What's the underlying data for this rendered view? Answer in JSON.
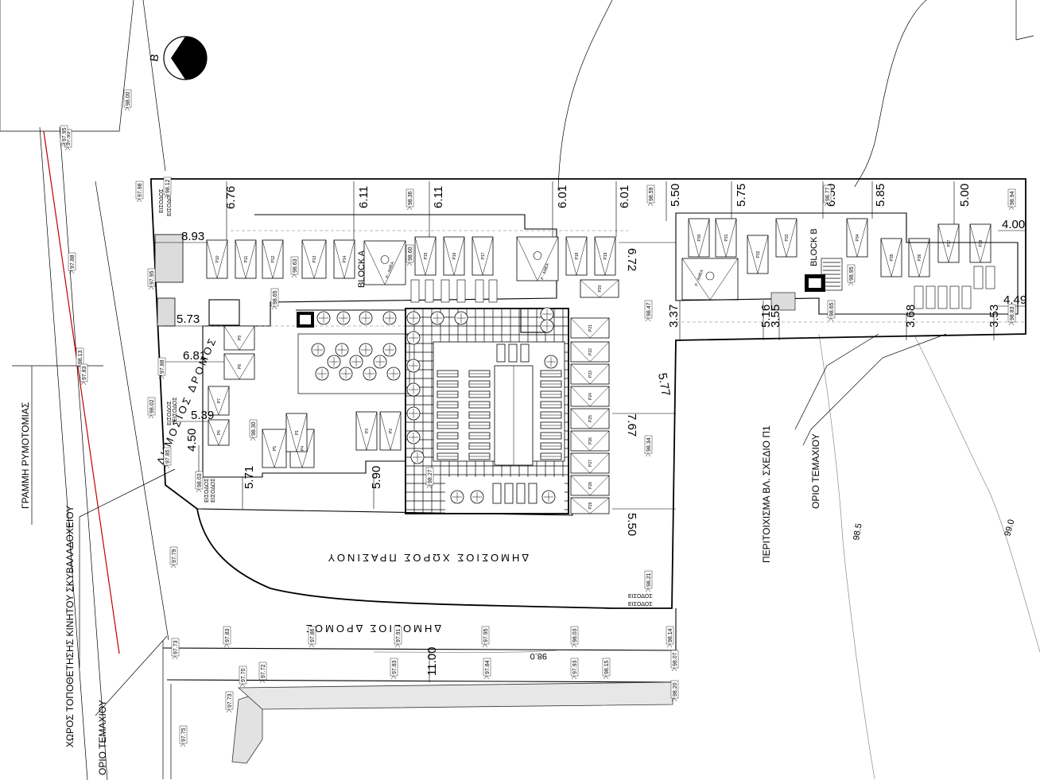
{
  "north_arrow": {
    "letter": "B"
  },
  "labels": {
    "public_road_west": "ΔΗΜΟΣΙΟΣ ΔΡΟΜΟΣ",
    "public_road_south": "ΔΗΜΟΣΙΟΣ ΔΡΟΜΟΣ",
    "public_green": "ΔΗΜΟΣΙΟΣ ΧΩΡΟΣ ΠΡΑΣΙΝΟΥ",
    "zoning_line": "ΓΡΑΜΜΗ ΡΥΜΟΤΟΜΙΑΣ",
    "bin_area": "ΧΩΡΟΣ ΤΟΠΟΘΕΤΗΣΗΣ ΚΙΝΗΤΟΥ ΣΚΥΒΑΛΑΔΟΧΕΙΟΥ",
    "plot_boundary_sw": "ΟΡΙΟ ΤΕΜΑΧΙΟΥ",
    "plot_boundary_e": "ΟΡΙΟ ΤΕΜΑΧΙΟΥ",
    "enclosure": "ΠΕΡΙΤΟΙΧΙΣΜΑ ΒΛ. ΣΧΕΔΙΟ Π1",
    "block_a": "BLOCK A",
    "block_b": "BLOCK B",
    "entrance": "ΕΙΣΟΔΟΣ",
    "accessible_parking": "P - AMEA"
  },
  "dimensions": [
    "6.76",
    "6.11",
    "6.11",
    "6.01",
    "6.01",
    "5.50",
    "5.75",
    "6.50",
    "5.85",
    "5.00",
    "4.00",
    "8.93",
    "5.73",
    "6.81",
    "5.39",
    "4.50",
    "5.71",
    "5.90",
    "6.72",
    "3.37",
    "5.16",
    "3.55",
    "3.68",
    "3.53",
    "4.49",
    "7.67",
    "5.50",
    "11.00",
    "5.77"
  ],
  "levels": [
    "98.00",
    "97.95",
    "97.98",
    "97.95",
    "98.12",
    "98.36",
    "98.63",
    "98.65",
    "98.60",
    "98.59",
    "98.47",
    "98.77",
    "98.95",
    "98.65",
    "98.94",
    "98.83",
    "97.88",
    "98.02",
    "97.85",
    "98.03",
    "98.30",
    "98.27",
    "98.34",
    "98.21",
    "97.79",
    "97.73",
    "97.83",
    "97.86",
    "97.91",
    "97.95",
    "98.03",
    "98.14",
    "97.83",
    "97.84",
    "97.93",
    "98.15",
    "98.20",
    "98.07",
    "97.70",
    "97.72",
    "97.73",
    "97.75",
    "98.13",
    "97.83",
    "97.88",
    "97.95"
  ],
  "contours": [
    "98.0",
    "98.5",
    "99.0"
  ],
  "parking": [
    "P1",
    "P2",
    "P3",
    "P4",
    "P5",
    "P6",
    "P7",
    "P8",
    "P9",
    "P10",
    "P11",
    "P12",
    "P13",
    "P14",
    "P15",
    "P16",
    "P17",
    "P18",
    "P19",
    "P20",
    "P21",
    "P22",
    "P23",
    "P24",
    "P25",
    "P26",
    "P27",
    "P28",
    "P29",
    "P30",
    "P31",
    "P32",
    "P33",
    "P34",
    "P35",
    "P36",
    "P37",
    "P38"
  ]
}
